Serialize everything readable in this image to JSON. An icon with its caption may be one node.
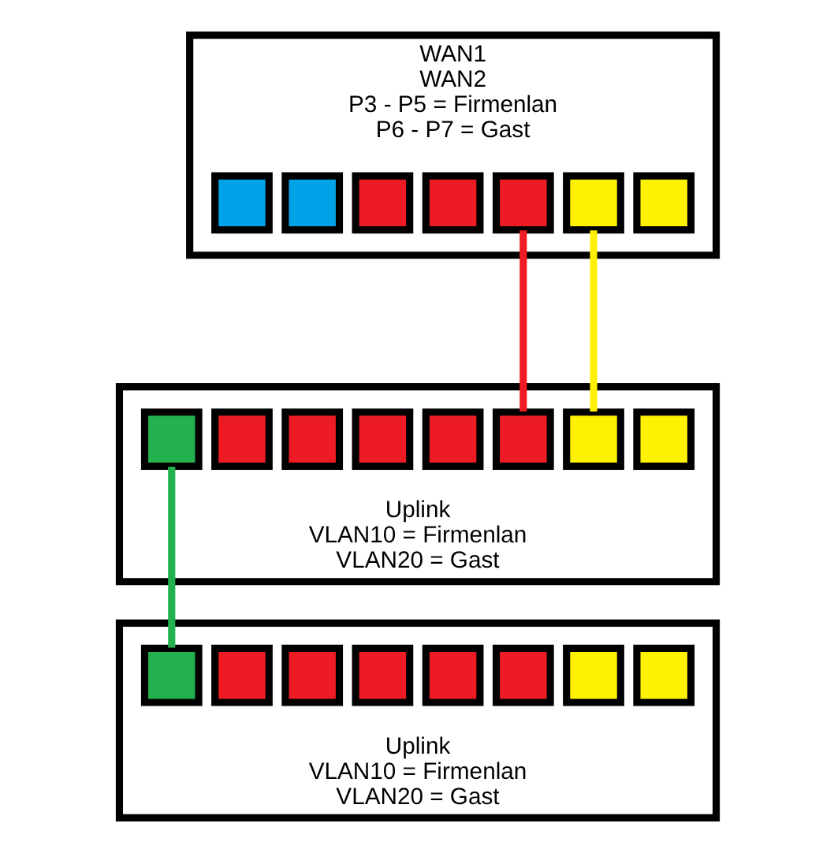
{
  "diagram": {
    "nodes": [
      {
        "text": [
          "WAN1",
          "WAN2",
          "P3 - P5 = Firmenlan",
          "P6 - P7 = Gast"
        ]
      },
      {
        "text": [],
        "shape": "box",
        "in": 0
      },
      {
        "text": [],
        "shape": "box",
        "in": 0
      },
      {
        "text": [],
        "shape": "box",
        "in": 0
      },
      {
        "text": [],
        "shape": "box",
        "in": 0
      },
      {
        "text": [],
        "shape": "box",
        "in": 0
      },
      {
        "text": [],
        "shape": "box",
        "in": 0
      },
      {
        "text": [],
        "shape": "box",
        "in": 0
      },
      {
        "text": [
          "Uplink",
          "VLAN10 = Firmenlan",
          "VLAN20 = Gast"
        ]
      },
      {
        "text": [],
        "shape": "box",
        "in": 8
      },
      {
        "text": [],
        "shape": "box",
        "in": 8
      },
      {
        "text": [],
        "shape": "box",
        "in": 8
      },
      {
        "text": [],
        "shape": "box",
        "in": 8
      },
      {
        "text": [],
        "shape": "box",
        "in": 8
      },
      {
        "text": [],
        "shape": "box",
        "in": 8
      },
      {
        "text": [],
        "shape": "box",
        "in": 8
      },
      {
        "text": [],
        "shape": "box",
        "in": 8
      },
      {
        "text": [
          "Uplink",
          "VLAN10 = Firmenlan",
          "VLAN20 = Gast"
        ]
      },
      {
        "text": [],
        "shape": "box",
        "in": 17
      },
      {
        "text": [],
        "shape": "box",
        "in": 17
      },
      {
        "text": [],
        "shape": "box",
        "in": 17
      },
      {
        "text": [],
        "shape": "box",
        "in": 17
      },
      {
        "text": [],
        "shape": "box",
        "in": 17
      },
      {
        "text": [],
        "shape": "box",
        "in": 17
      },
      {
        "text": [],
        "shape": "box",
        "in": 17
      },
      {
        "text": [],
        "shape": "box",
        "in": 17
      }
    ],
    "edges": [
      {
        "from": 5,
        "to": 14,
        "arrow": "none",
        "color": "#ed1c24"
      },
      {
        "from": 6,
        "to": 15,
        "arrow": "none",
        "color": "#fff200"
      },
      {
        "from": 9,
        "to": 18,
        "arrow": "none",
        "color": "#22b14c"
      }
    ]
  }
}
